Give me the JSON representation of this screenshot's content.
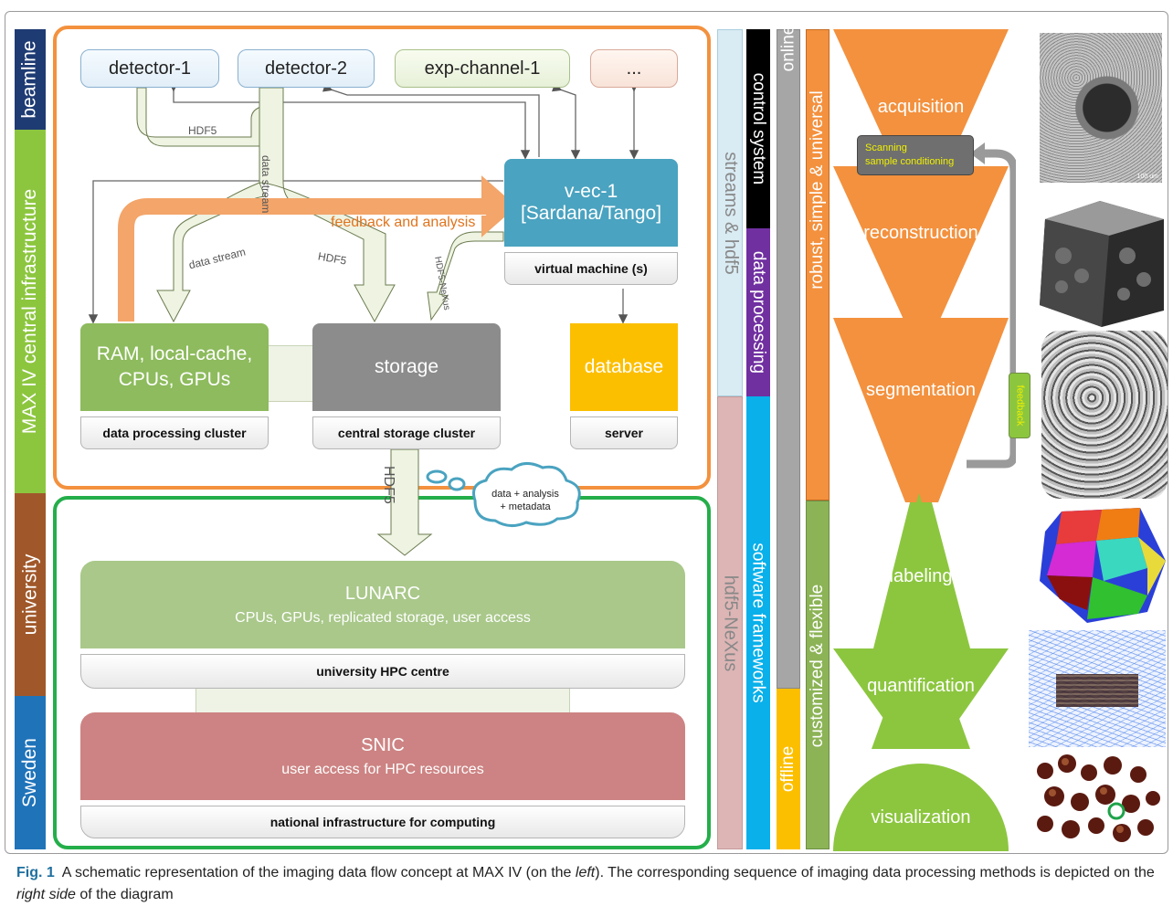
{
  "left_bands": {
    "beamline": "beamline",
    "maxiv": "MAX IV central infrastructure",
    "university": "university",
    "sweden": "Sweden"
  },
  "detectors": [
    "detector-1",
    "detector-2",
    "exp-channel-1",
    "..."
  ],
  "vec": {
    "line1": "v-ec-1",
    "line2": "[Sardana/Tango]",
    "sub": "virtual machine (s)"
  },
  "cluster": {
    "line1": "RAM, local-cache,",
    "line2": "CPUs, GPUs",
    "sub": "data processing cluster"
  },
  "storage": {
    "title": "storage",
    "sub": "central storage cluster"
  },
  "database": {
    "title": "database",
    "sub": "server"
  },
  "flow_labels": {
    "hdf5_a": "HDF5",
    "data_stream_a": "data stream",
    "data_stream_b": "data stream",
    "hdf5_b": "HDF5",
    "hdf5_nexus": "HDF5-NeXus",
    "feedback_analysis": "feedback and analysis",
    "hdf5_down": "HDF5",
    "cloud_line1": "data + analysis",
    "cloud_line2": "+ metadata"
  },
  "lunarc": {
    "title": "LUNARC",
    "subtitle": "CPUs, GPUs, replicated storage, user access",
    "sub": "university HPC centre"
  },
  "snic": {
    "title": "SNIC",
    "subtitle": "user access for HPC resources",
    "sub": "national infrastructure for computing"
  },
  "mid_bands": {
    "streams": "streams & hdf5",
    "hdf5_nexus": "hdf5-NeXus",
    "control": "control system",
    "data_processing": "data processing",
    "software": "software frameworks",
    "online": "online",
    "offline": "offline",
    "robust": "robust, simple & universal",
    "customized": "customized & flexible"
  },
  "funnel": {
    "stages": [
      "acquisition",
      "reconstruction",
      "segmentation",
      "labeling",
      "quantification",
      "visualization"
    ],
    "scanning_line1": "Scanning",
    "scanning_line2": "sample conditioning",
    "feedback": "feedback",
    "scale_label": "100 um"
  },
  "caption": {
    "fig": "Fig. 1",
    "text1": "A schematic representation of the imaging data flow concept at MAX IV (on the ",
    "left": "left",
    "text2": "). The corresponding sequence of imaging data processing methods is depicted on the ",
    "right": "right side",
    "text3": " of the diagram"
  },
  "colors": {
    "orange": "#f3913e",
    "green": "#8cc63f",
    "navy": "#1f3b73",
    "brown": "#a0582a",
    "blue": "#1f73b9",
    "teal": "#4aa3c0",
    "gray_storage": "#8c8c8c",
    "db_yellow": "#fcbf00",
    "lunarc_green": "#a9c88a",
    "snic_red": "#cd8383",
    "cyan_band": "#09b0ea",
    "purple": "#7030a0"
  }
}
